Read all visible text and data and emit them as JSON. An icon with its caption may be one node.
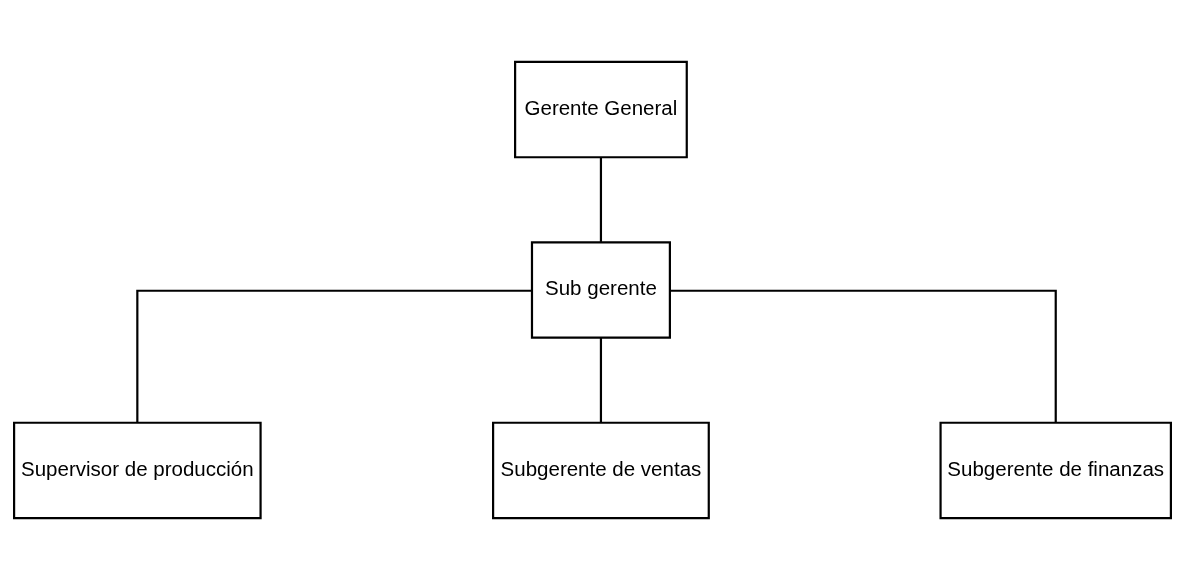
{
  "diagram": {
    "nodes": [
      {
        "text": [
          "Gerente General"
        ]
      },
      {
        "text": [
          "Sub gerente"
        ]
      },
      {
        "text": [
          "Supervisor de producción"
        ]
      },
      {
        "text": [
          "Subgerente de ventas"
        ]
      },
      {
        "text": [
          "Subgerente de finanzas"
        ]
      }
    ],
    "edges": [
      {
        "from": 0,
        "to": 1,
        "arrow": "none"
      },
      {
        "from": 1,
        "to": 2,
        "arrow": "none"
      },
      {
        "from": 1,
        "to": 3,
        "arrow": "none"
      },
      {
        "from": 1,
        "to": 4,
        "arrow": "none"
      }
    ]
  }
}
